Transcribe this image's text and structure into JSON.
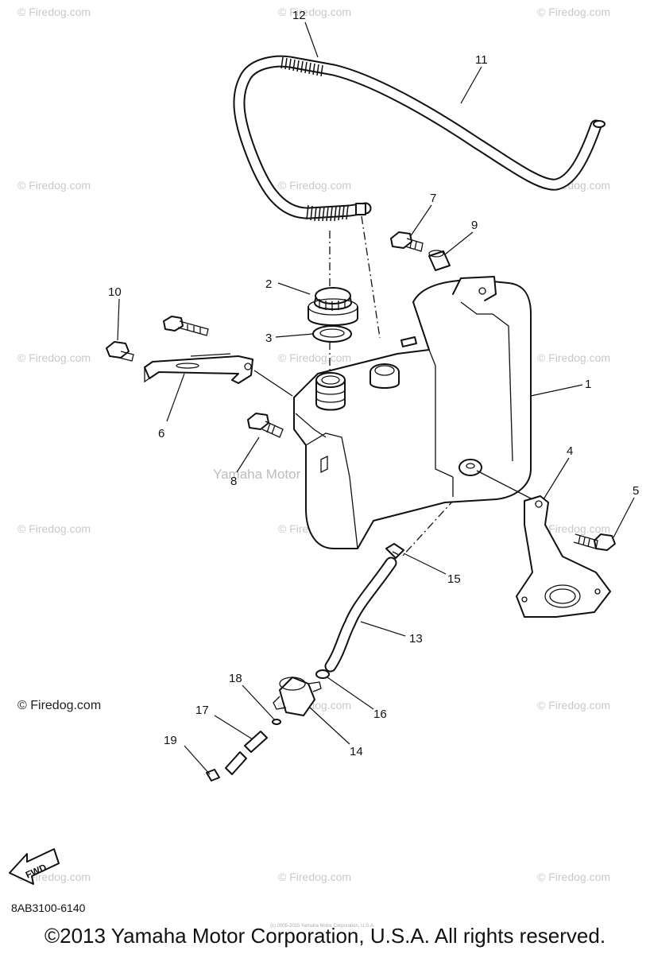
{
  "watermark_text": "© Firedog.com",
  "center_watermark": "Yamaha Motor Corp, U.S.A.",
  "fwd_label": "FWD",
  "diagram_code": "8AB3100-6140",
  "copyright": "©2013 Yamaha Motor Corporation, U.S.A. All rights reserved.",
  "tiny_copyright": "(c) 2005-2015 Yamaha Motor Corporation, U.S.A.",
  "callouts": [
    "1",
    "2",
    "3",
    "4",
    "5",
    "6",
    "7",
    "8",
    "9",
    "10",
    "11",
    "12",
    "13",
    "14",
    "15",
    "16",
    "17",
    "18",
    "19"
  ],
  "colors": {
    "line": "#111111",
    "watermark": "#c9c9c9",
    "background": "#ffffff"
  }
}
